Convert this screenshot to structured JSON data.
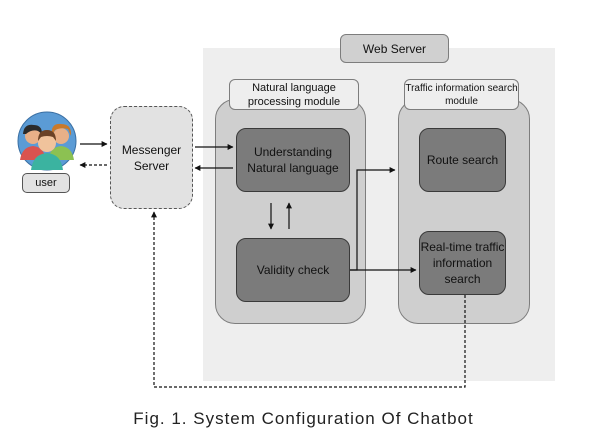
{
  "web_server": {
    "label": "Web Server"
  },
  "nlp_module": {
    "label": "Natural language processing module",
    "understanding": "Understanding Natural language",
    "validity": "Validity check"
  },
  "traffic_module": {
    "label": "Traffic information search module",
    "route": "Route search",
    "realtime": "Real-time traffic information search"
  },
  "messenger": {
    "label": "Messenger Server"
  },
  "user": {
    "label": "user"
  },
  "caption": "Fig. 1. System Configuration Of Chatbot",
  "colors": {
    "module_fill": "#cfcfcf",
    "box_fill": "#7b7b7b",
    "area_fill": "#eeeeee",
    "line": "#111111"
  },
  "icons": {
    "user": "user-group-icon"
  }
}
